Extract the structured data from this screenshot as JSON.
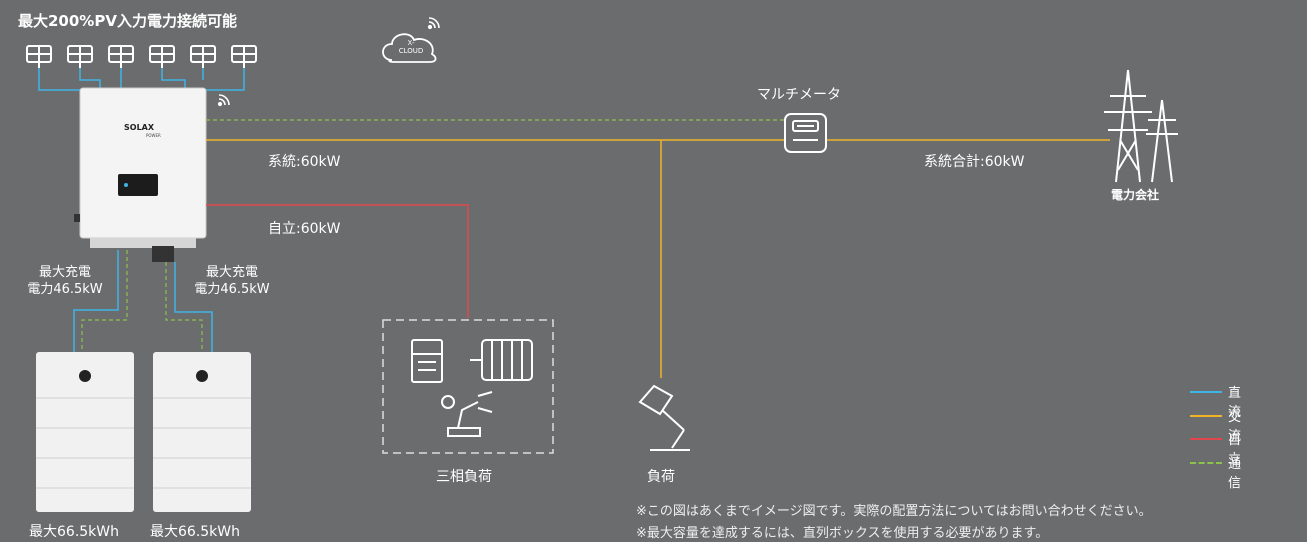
{
  "header": {
    "title": "最大200%PV入力電力接続可能"
  },
  "cloud": {
    "label_line1": "X-",
    "label_line2": "CLOUD"
  },
  "meter": {
    "label": "マルチメータ"
  },
  "lines": {
    "grid_label": "系統:60kW",
    "eps_label": "自立:60kW",
    "grid_total_label": "系統合計:60kW"
  },
  "utility": {
    "label": "電力会社"
  },
  "inverter": {
    "brand": "SOLAX",
    "sub": "POWER"
  },
  "batteries": [
    {
      "charge_line1": "最大充電",
      "charge_line2": "電力46.5kW",
      "capacity": "最大66.5kWh"
    },
    {
      "charge_line1": "最大充電",
      "charge_line2": "電力46.5kW",
      "capacity": "最大66.5kWh"
    }
  ],
  "loads": {
    "three_phase_label": "三相負荷",
    "load_label": "負荷"
  },
  "legend": [
    {
      "label": "直流",
      "color": "#3fb4e6",
      "style": "solid"
    },
    {
      "label": "交流",
      "color": "#f0b429",
      "style": "solid"
    },
    {
      "label": "自立",
      "color": "#e0474c",
      "style": "solid"
    },
    {
      "label": "通信",
      "color": "#8bc34a",
      "style": "dashed"
    }
  ],
  "notes": [
    "※この図はあくまでイメージ図です。実際の配置方法についてはお問い合わせください。",
    "※最大容量を達成するには、直列ボックスを使用する必要があります。"
  ]
}
